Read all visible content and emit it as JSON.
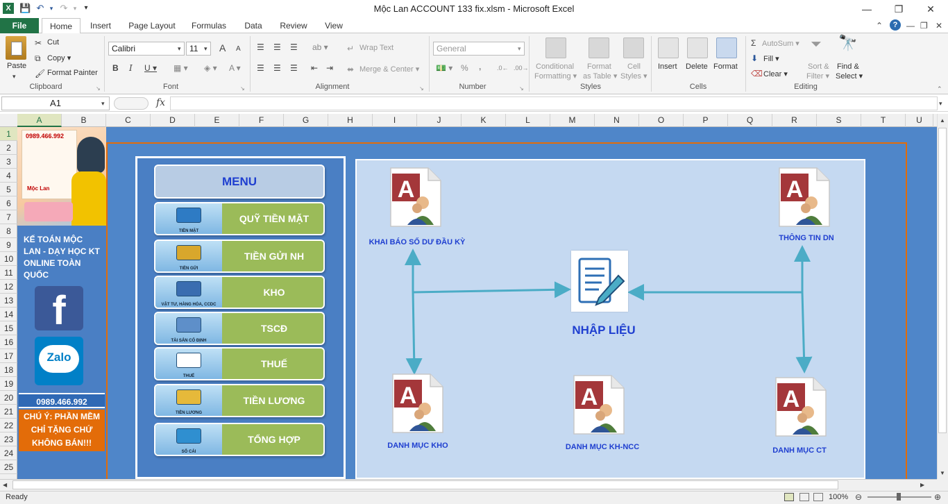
{
  "window": {
    "title": "Mộc Lan ACCOUNT 133 fix.xlsm  -  Microsoft Excel",
    "minimize": "—",
    "restore": "❐",
    "close": "✕"
  },
  "tabs": [
    "File",
    "Home",
    "Insert",
    "Page Layout",
    "Formulas",
    "Data",
    "Review",
    "View"
  ],
  "ribbon": {
    "clipboard": {
      "paste": "Paste",
      "cut": "Cut",
      "copy": "Copy ▾",
      "format_painter": "Format Painter",
      "label": "Clipboard"
    },
    "font": {
      "name": "Calibri",
      "size": "11",
      "bold": "B",
      "italic": "I",
      "underline": "U ▾",
      "grow": "A",
      "shrink": "A",
      "label": "Font"
    },
    "alignment": {
      "wrap": "Wrap Text",
      "merge": "Merge & Center ▾",
      "label": "Alignment"
    },
    "number": {
      "format": "General",
      "percent": "%",
      "comma": ",",
      "label": "Number"
    },
    "styles": {
      "conditional": "Conditional",
      "conditional2": "Formatting ▾",
      "table": "Format",
      "table2": "as Table ▾",
      "cell": "Cell",
      "cell2": "Styles ▾",
      "label": "Styles"
    },
    "cells": {
      "insert": "Insert",
      "delete": "Delete",
      "format": "Format",
      "label": "Cells"
    },
    "editing": {
      "autosum": "AutoSum ▾",
      "fill": "Fill ▾",
      "clear": "Clear ▾",
      "sort": "Sort &",
      "sort2": "Filter ▾",
      "find": "Find &",
      "find2": "Select ▾",
      "label": "Editing"
    }
  },
  "formula_bar": {
    "name_box": "A1",
    "fx": "fx",
    "value": ""
  },
  "columns": [
    "A",
    "B",
    "C",
    "D",
    "E",
    "F",
    "G",
    "H",
    "I",
    "J",
    "K",
    "L",
    "M",
    "N",
    "O",
    "P",
    "Q",
    "R",
    "S",
    "T",
    "U"
  ],
  "rows": [
    "1",
    "2",
    "3",
    "4",
    "5",
    "6",
    "7",
    "8",
    "9",
    "10",
    "11",
    "12",
    "13",
    "14",
    "15",
    "16",
    "17",
    "18",
    "19",
    "20",
    "21",
    "22",
    "23",
    "24",
    "25"
  ],
  "left_panel": {
    "image_phone": "0989.466.992",
    "image_brand": "Mộc Lan",
    "promo": "KẾ TOÁN MỘC LAN - DẠY HỌC KT ONLINE TOÀN QUỐC",
    "facebook_glyph": "f",
    "zalo_label": "Zalo",
    "phone": "0989.466.992",
    "warning": "CHÚ Ý: PHẦN MỀM CHỈ TẶNG CHỨ KHÔNG BÁN!!!"
  },
  "menu": {
    "title": "MENU",
    "items": [
      {
        "label": "QUỸ TIỀN MẶT",
        "thumb_caption": "TIỀN MẶT",
        "art_color": "#2e7bc4"
      },
      {
        "label": "TIỀN GỬI NH",
        "thumb_caption": "TIỀN GỬI",
        "art_color": "#d8a72c"
      },
      {
        "label": "KHO",
        "thumb_caption": "VẬT TƯ, HÀNG HÓA, CCDC",
        "art_color": "#3a6db0"
      },
      {
        "label": "TSCĐ",
        "thumb_caption": "TÀI SẢN CỐ ĐỊNH",
        "art_color": "#5e8fc9"
      },
      {
        "label": "THUẾ",
        "thumb_caption": "THUẾ",
        "art_color": "#ffffff"
      },
      {
        "label": "TIỀN LƯƠNG",
        "thumb_caption": "TIỀN LƯƠNG",
        "art_color": "#e6b93a"
      },
      {
        "label": "TỔNG HỢP",
        "thumb_caption": "SỔ CÁI",
        "art_color": "#2f8fd0"
      }
    ]
  },
  "diagram": {
    "nodes": [
      {
        "id": "khai-bao",
        "label": "KHAI BÁO SỐ DƯ ĐẦU KỲ"
      },
      {
        "id": "thong-tin",
        "label": "THÔNG TIN DN"
      },
      {
        "id": "danh-muc-kho",
        "label": "DANH MỤC KHO"
      },
      {
        "id": "danh-muc-khncc",
        "label": "DANH MỤC KH-NCC"
      },
      {
        "id": "danh-muc-ct",
        "label": "DANH MỤC CT"
      }
    ],
    "center": "NHẬP LIỆU",
    "arrow_color": "#4bacc6"
  },
  "status": {
    "ready": "Ready",
    "zoom": "100%"
  },
  "colors": {
    "excel_green": "#217346",
    "sheet_blue": "#4f86c9",
    "menu_green": "#9bbb59",
    "frame_orange": "#e36c09",
    "label_blue": "#1f3fd0"
  }
}
